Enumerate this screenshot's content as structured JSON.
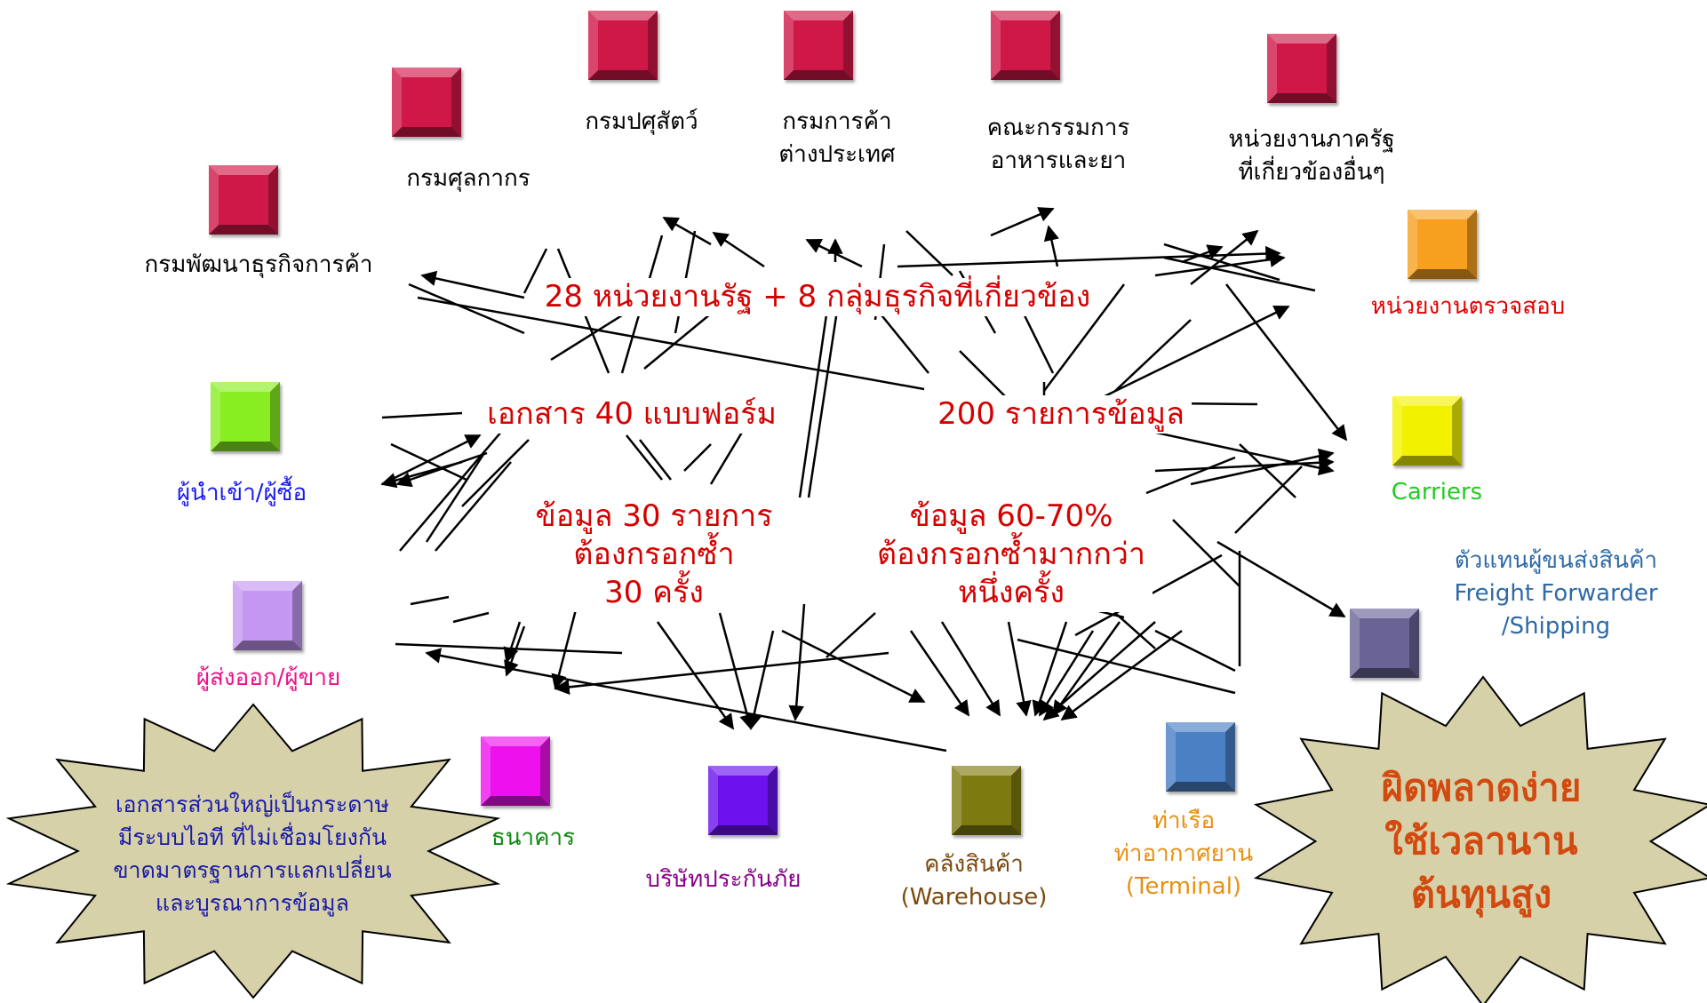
{
  "agencies": [
    {
      "id": "dbd",
      "label": "กรมพัฒนาธุรกิจการค้า",
      "color": "#000000"
    },
    {
      "id": "customs",
      "label": "กรมศุลกากร",
      "color": "#000000"
    },
    {
      "id": "livestock",
      "label": "กรมปศุสัตว์",
      "color": "#000000"
    },
    {
      "id": "foreign_trade",
      "label": "กรมการค้า\nต่างประเทศ",
      "color": "#000000"
    },
    {
      "id": "fda",
      "label": "คณะกรรมการ\nอาหารและยา",
      "color": "#000000"
    },
    {
      "id": "other_gov",
      "label": "หน่วยงานภาครัฐ\nที่เกี่ยวข้องอื่นๆ",
      "color": "#000000"
    }
  ],
  "actors": [
    {
      "id": "inspection",
      "label": "หน่วยงานตรวจสอบ",
      "color": "#e00000",
      "box_color": "#f7a020"
    },
    {
      "id": "carriers",
      "label": "Carriers",
      "color": "#22cc22",
      "box_color": "#f2f200"
    },
    {
      "id": "forwarder",
      "label": "ตัวแทนผู้ขนส่งสินค้า\nFreight Forwarder\n/Shipping",
      "color": "#2e6aa6",
      "box_color": "#6a6496"
    },
    {
      "id": "importer",
      "label": "ผู้นำเข้า/ผู้ซื้อ",
      "color": "#1a1aee",
      "box_color": "#88ee22"
    },
    {
      "id": "exporter",
      "label": "ผู้ส่งออก/ผู้ขาย",
      "color": "#ee1188",
      "box_color": "#c497f3"
    },
    {
      "id": "bank",
      "label": "ธนาคาร",
      "color": "#108810",
      "box_color": "#ee11ee"
    },
    {
      "id": "insurance",
      "label": "บริษัทประกันภัย",
      "color": "#880088",
      "box_color": "#6a11ee"
    },
    {
      "id": "warehouse",
      "label": "คลังสินค้า\n(Warehouse)",
      "color": "#7a4a10",
      "box_color": "#7d7b10"
    },
    {
      "id": "terminal",
      "label": "ท่าเรือ\nท่าอากาศยาน\n(Terminal)",
      "color": "#e69010",
      "box_color": "#4a80c4"
    }
  ],
  "center": {
    "headline": "28 หน่วยงานรัฐ + 8 กลุ่มธุรกิจที่เกี่ยวข้อง",
    "forms": "เอกสาร 40 แบบฟอร์ม",
    "items": "200 รายการข้อมูล",
    "repeat30": "ข้อมูล 30 รายการ\nต้องกรอกซ้ำ\n30 ครั้ง",
    "repeat6070": "ข้อมูล 60-70%\nต้องกรอกซ้ำมากกว่า\nหนึ่งครั้ง"
  },
  "left_burst": {
    "text": "เอกสารส่วนใหญ่เป็นกระดาษ\nมีระบบไอที ที่ไม่เชื่อมโยงกัน\nขาดมาตรฐานการแลกเปลี่ยน\nและบูรณาการข้อมูล",
    "text_color": "#1a1aaa",
    "fill": "#d6d1a8"
  },
  "right_burst": {
    "text": "ผิดพลาดง่าย\nใช้เวลานาน\nต้นทุนสูง",
    "text_color": "#d24a10",
    "fill": "#d6d1a8"
  },
  "colors": {
    "agency_box": "#d01848",
    "center_text": "#d40000"
  }
}
